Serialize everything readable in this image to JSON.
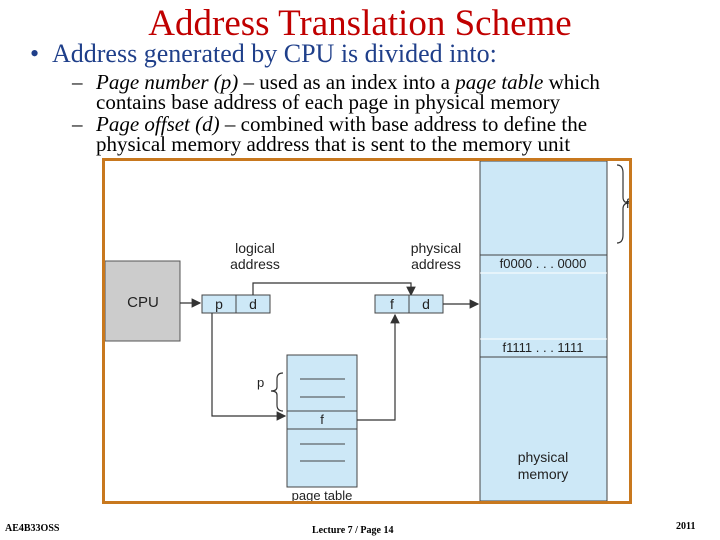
{
  "slide": {
    "title": "Address Translation Scheme",
    "bullet": "Address generated by CPU is divided into:",
    "bullet_icon": "bullet-dot",
    "subbullets": [
      {
        "term": "Page number (p)",
        "line1_text": " – used as an index into a ",
        "line1_em": "page table",
        "line1_tail": " which",
        "line2": "contains base address of each page in physical memory"
      },
      {
        "term": "Page offset (d)",
        "line1_text": " – combined with base address to define the",
        "line2": "physical memory address that is sent to the memory unit"
      }
    ]
  },
  "diagram": {
    "cpu_label": "CPU",
    "logical_label_1": "logical",
    "logical_label_2": "address",
    "physical_label_1": "physical",
    "physical_label_2": "address",
    "p": "p",
    "d": "d",
    "f": "f",
    "f_bracket": "f",
    "p_bracket": "p",
    "frame_start": "f0000 . . . 0000",
    "frame_end": "f1111 . . . 1111",
    "pagetable_f": "f",
    "pagetable_label": "page table",
    "memory_label_1": "physical",
    "memory_label_2": "memory",
    "colors": {
      "box_fill": "#cde8f7",
      "cpu_fill": "#cccccc",
      "frame_border": "#c8781e"
    }
  },
  "footer": {
    "left": "AE4B33OSS",
    "center": "Lecture 7 / Page 14",
    "right": "2011"
  }
}
